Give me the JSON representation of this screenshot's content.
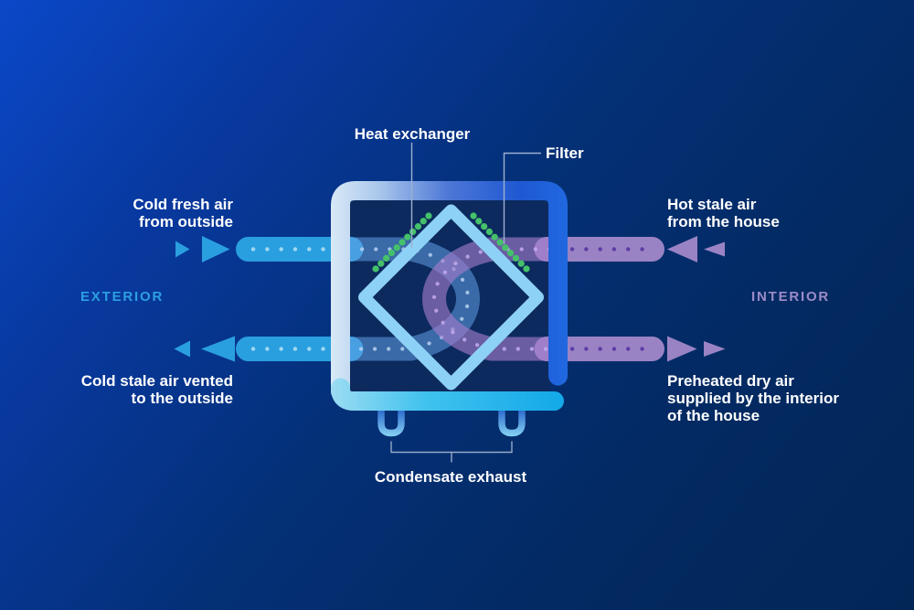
{
  "title_labels": {
    "heat_exchanger": "Heat exchanger",
    "filter": "Filter",
    "condensate_exhaust": "Condensate exhaust"
  },
  "exterior_side": {
    "zone_label": "EXTERIOR",
    "intake_label": "Cold fresh air\nfrom outside",
    "vent_label": "Cold stale air vented\nto the outside"
  },
  "interior_side": {
    "zone_label": "INTERIOR",
    "extract_label": "Hot stale air\nfrom the house",
    "supply_label": "Preheated dry air\nsupplied by the interior\nof the house"
  },
  "flows": {
    "intake": {
      "side": "exterior",
      "direction": "right",
      "color": "#2A9FDF"
    },
    "vent": {
      "side": "exterior",
      "direction": "left",
      "color": "#2A9FDF"
    },
    "extract": {
      "side": "interior",
      "direction": "left",
      "color": "#9A83C4"
    },
    "supply": {
      "side": "interior",
      "direction": "right",
      "color": "#9A83C4"
    }
  },
  "colors": {
    "cold_flow_blue": "#2A9FDF",
    "warm_flow_purple": "#9A83C4",
    "filter_green": "#44C16A",
    "exchanger_outline": "#8ED1F6",
    "exterior_label_blue": "#2D9FE2",
    "interior_label_purple": "#9C8CC9",
    "background_top_left": "#0B48C8",
    "background_bottom_right": "#022656"
  }
}
